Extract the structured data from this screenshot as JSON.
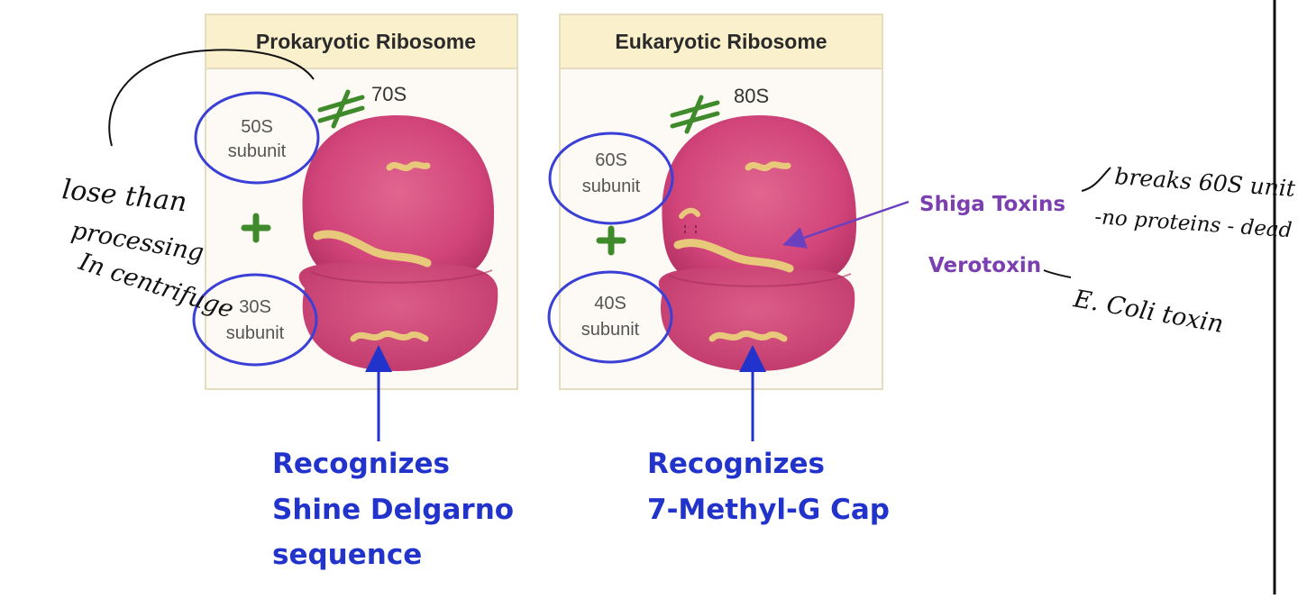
{
  "prokaryotic": {
    "title": "Prokaryotic Ribosome",
    "total": "70S",
    "large_subunit": {
      "value": "50S",
      "word": "subunit"
    },
    "small_subunit": {
      "value": "30S",
      "word": "subunit"
    },
    "recognizes": [
      "Recognizes",
      "Shine Delgarno",
      "sequence"
    ]
  },
  "eukaryotic": {
    "title": "Eukaryotic Ribosome",
    "total": "80S",
    "large_subunit": {
      "value": "60S",
      "word": "subunit"
    },
    "small_subunit": {
      "value": "40S",
      "word": "subunit"
    },
    "recognizes": [
      "Recognizes",
      "7-Methyl-G Cap"
    ]
  },
  "toxins": {
    "shiga": "Shiga Toxins",
    "verotoxin": "Verotoxin"
  },
  "handwriting": {
    "left": [
      "lose than",
      "processing",
      "In centrifuge"
    ],
    "shiga_note": [
      "breaks 60S unit",
      "-no proteins - dead"
    ],
    "verotoxin_note": "E. Coli toxin"
  },
  "colors": {
    "panel_header": "#fbf0cc",
    "panel_border": "#e6dcc0",
    "ribosome": "#d54a7a",
    "mrna": "#e8c87a",
    "plus": "#3f8a2a",
    "circle": "#3a3fd6",
    "blue_text": "#2233cc",
    "purple_text": "#7b3fb0"
  }
}
